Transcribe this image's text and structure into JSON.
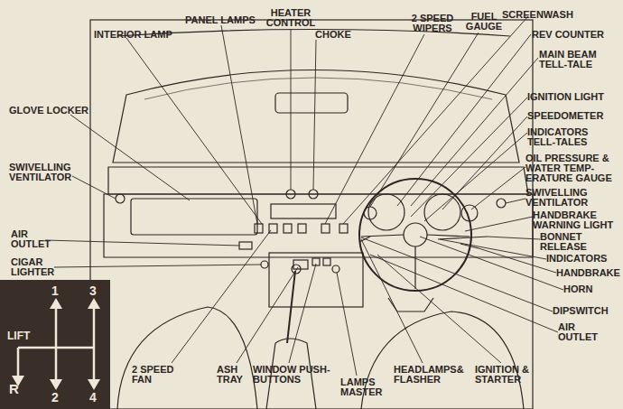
{
  "diagram": {
    "nodes": [
      {
        "text": [
          "LIFT",
          "1",
          "3",
          "R",
          "2",
          "4"
        ]
      }
    ],
    "labels": [
      "INTERIOR LAMP",
      "PANEL LAMPS",
      "HEATER CONTROL",
      "CHOKE",
      "2 SPEED WIPERS",
      "FUEL GAUGE",
      "SCREENWASH",
      "REV COUNTER",
      "MAIN BEAM TELL-TALE",
      "GLOVE LOCKER",
      "SWIVELLING VENTILATOR",
      "AIR OUTLET",
      "CIGAR LIGHTER",
      "IGNITION LIGHT",
      "SPEEDOMETER",
      "INDICATORS TELL-TALES",
      "OIL PRESSURE & WATER TEMP-ERATURE GAUGE",
      "SWIVELLING VENTILATOR",
      "HANDBRAKE WARNING LIGHT",
      "BONNET RELEASE",
      "INDICATORS",
      "HANDBRAKE",
      "HORN",
      "DIPSWITCH",
      "AIR OUTLET",
      "2 SPEED FAN",
      "ASH TRAY",
      "WINDOW PUSH-BUTTONS",
      "LAMPS MASTER",
      "HEADLAMPS& FLASHER",
      "IGNITION & STARTER"
    ]
  }
}
